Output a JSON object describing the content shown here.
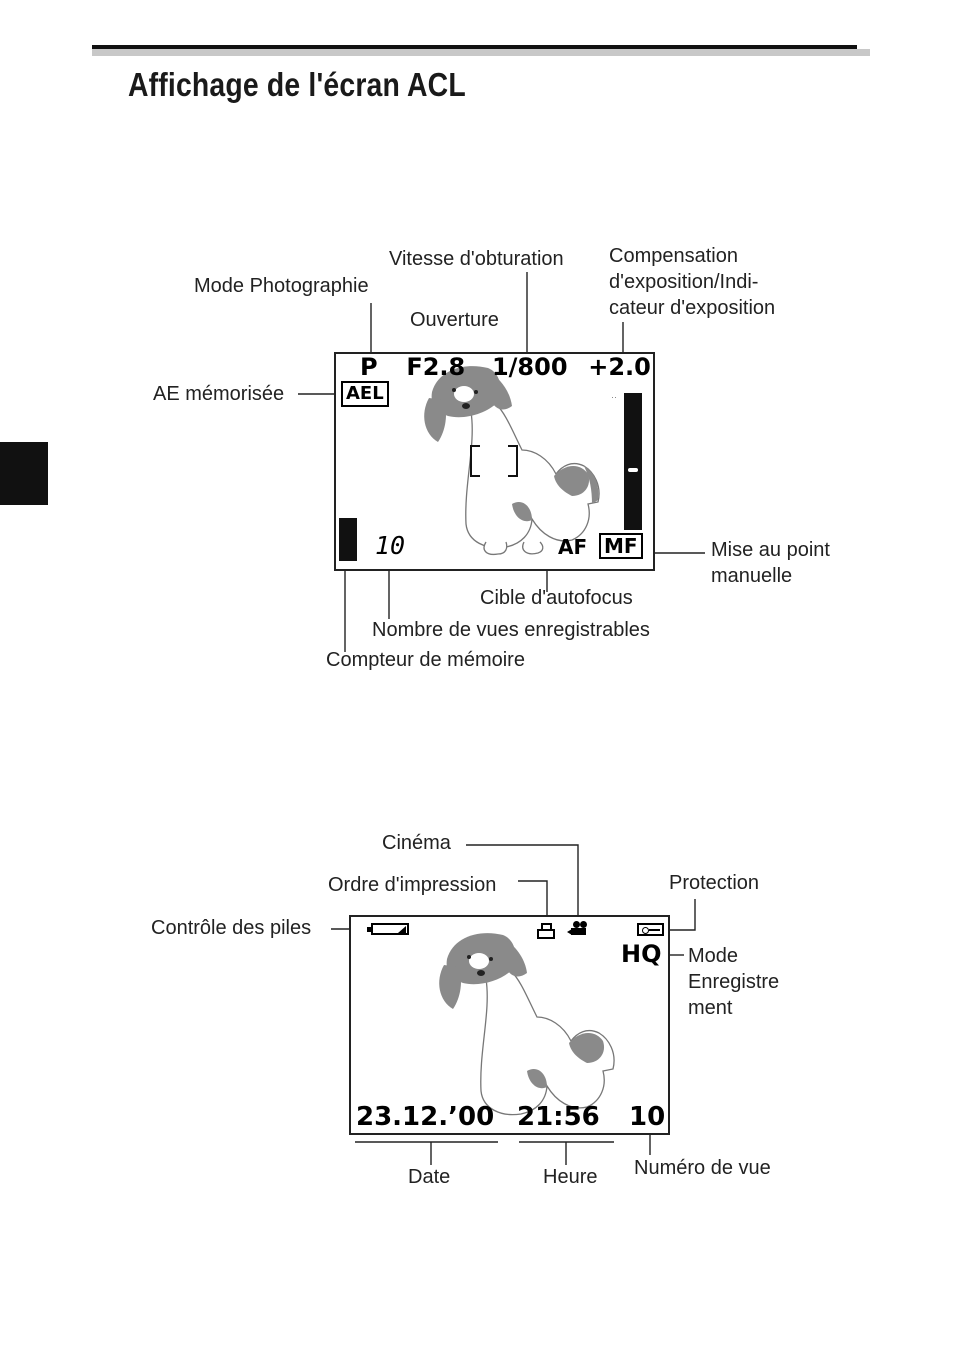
{
  "page": {
    "title": "Affichage de l'écran ACL"
  },
  "shooting_screen": {
    "readout": {
      "mode": "P",
      "aperture": "F2.8",
      "shutter": "1/800",
      "exposure_comp": "+2.0"
    },
    "ael": "AEL",
    "frames_remaining": "10",
    "af": "AF",
    "mf": "MF",
    "labels": {
      "shutter_speed": "Vitesse d'obturation",
      "exposure_comp": [
        "Compensation",
        "d'exposition/Indi-",
        "cateur d'exposition"
      ],
      "shooting_mode": "Mode Photographie",
      "aperture": "Ouverture",
      "ae_lock": "AE mémorisée",
      "manual_focus": [
        "Mise au point",
        "manuelle"
      ],
      "af_target": "Cible d'autofocus",
      "frames_recordable": "Nombre de vues enregistrables",
      "memory_gauge": "Compteur de mémoire"
    }
  },
  "playback_screen": {
    "quality": "HQ",
    "date": "23.12.’00",
    "time": "21:56",
    "frame_number": "10",
    "labels": {
      "movie": "Cinéma",
      "print_order": "Ordre d'impression",
      "protect": "Protection",
      "battery": "Contrôle des piles",
      "record_mode": [
        "Mode",
        "Enregistre",
        "ment"
      ],
      "date": "Date",
      "time": "Heure",
      "frame_number": "Numéro de vue"
    }
  }
}
